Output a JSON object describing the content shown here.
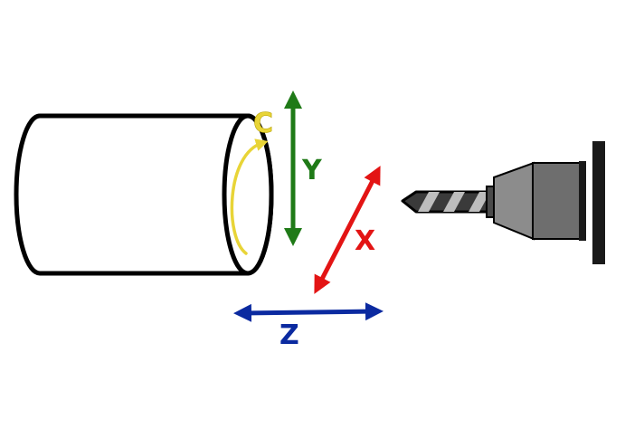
{
  "axes": {
    "c": {
      "label": "C",
      "color": "#e8d437"
    },
    "y": {
      "label": "Y",
      "color": "#1f7a17"
    },
    "x": {
      "label": "X",
      "color": "#e31414"
    },
    "z": {
      "label": "Z",
      "color": "#0b2aa0"
    }
  },
  "parts": {
    "workpiece": "cylinder-workpiece",
    "tool": "drill-tool"
  },
  "colors": {
    "outline": "#000000",
    "tool_body": "#6e6e6e",
    "tool_collar": "#4a4a4a",
    "drill_bit": "#5a5a5a",
    "background": "#ffffff"
  }
}
